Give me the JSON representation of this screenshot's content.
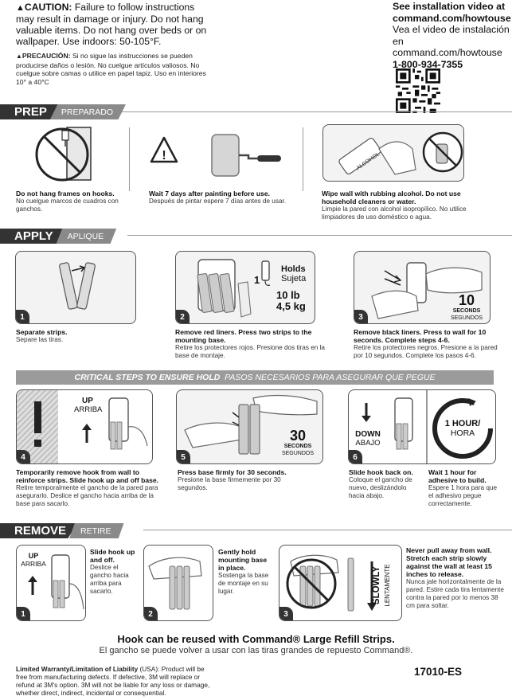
{
  "caution": {
    "en_label": "CAUTION:",
    "en_text": " Failure to follow instructions may result in damage or injury. Do not hang valuable items. Do not hang over beds or on wallpaper. Use indoors: 50-105°F.",
    "es_label": "PRECAUCIÓN:",
    "es_text": " Si no sigue las instrucciones se pueden producirse daños o lesión. No cuelgue artículos valiosos. No cuelgue sobre camas o utilice en papel tapiz. Uso en interiores 10° a 40°C"
  },
  "contact": {
    "line1": "See installation video at",
    "line2": "command.com/howtouse",
    "line3": "Vea el video de instalación",
    "line4": "en command.com/howtouse",
    "phone": "1-800-934-7355"
  },
  "prep": {
    "title": "PREP",
    "subtitle": "PREPARADO",
    "items": [
      {
        "en": "Do not hang frames on hooks.",
        "es": "No cuelgue marcos de cuadros con ganchos."
      },
      {
        "en": "Wait 7 days after painting before use.",
        "es": "Después de pintar espere 7 días antes de usar."
      },
      {
        "en": "Wipe wall with rubbing alcohol. Do not use household cleaners or water.",
        "es": "Limpie la pared con alcohol isopropílico. No utilice limpiadores de uso doméstico o agua."
      }
    ],
    "bottle_label": "ALCOHOL"
  },
  "apply": {
    "title": "APPLY",
    "subtitle": "APLIQUE",
    "holds_en": "Holds",
    "holds_es": "Sujeta",
    "holds_count": "1",
    "lb": "10 lb",
    "kg": "4,5 kg",
    "seconds_num": "10",
    "seconds_en": "SECONDS",
    "seconds_es": "SEGUNDOS",
    "steps": [
      {
        "num": "1",
        "en": "Separate strips.",
        "es": "Separe las tiras."
      },
      {
        "num": "2",
        "en": "Remove red liners. Press two strips to the mounting base.",
        "es": "Retire los protectores rojos. Presione dos tiras en la base de montaje."
      },
      {
        "num": "3",
        "en": "Remove black liners. Press to wall for 10 seconds. Complete steps 4-6.",
        "es": "Retire los protectores negros. Presione a la pared por 10 segundos. Complete los pasos 4-6."
      }
    ]
  },
  "critical": {
    "en": "CRITICAL STEPS TO ENSURE HOLD",
    "es": "PASOS NECESARIOS PARA ASEGURAR QUE PEGUE",
    "up_en": "UP",
    "up_es": "ARRIBA",
    "seconds_num": "30",
    "seconds_en": "SECONDS",
    "seconds_es": "SEGUNDOS",
    "down_en": "DOWN",
    "down_es": "ABAJO",
    "hour_en": "1 HOUR/",
    "hour_es": "HORA",
    "steps": [
      {
        "num": "4",
        "en": "Temporarily remove hook from wall to reinforce strips. Slide hook up and off base.",
        "es": "Retire temporalmente el gancho de la pared para asegurarlo. Deslice el gancho hacia arriba de la base para sacarlo."
      },
      {
        "num": "5",
        "en": "Press base firmly for 30 seconds.",
        "es": "Presione la base firmemente por 30 segundos."
      },
      {
        "num": "6",
        "en": "Slide hook back on.",
        "es": "Coloque el gancho de nuevo, deslizándolo hacia abajo."
      },
      {
        "num": "",
        "en": "Wait 1 hour for adhesive to build.",
        "es": "Espere 1 hora para que el adhesivo pegue correctamente."
      }
    ]
  },
  "remove": {
    "title": "REMOVE",
    "subtitle": "RETIRE",
    "up_en": "UP",
    "up_es": "ARRIBA",
    "slowly_en": "SLOWLY",
    "slowly_es": "LENTAMENTE",
    "steps": [
      {
        "num": "1",
        "en": "Slide hook up and off.",
        "es": "Deslice el gancho hacia arriba para sacarlo."
      },
      {
        "num": "2",
        "en": "Gently hold mounting base in place.",
        "es": "Sostenga la base de montaje en su lugar."
      },
      {
        "num": "3",
        "en": "Never pull away from wall. Stretch each strip slowly against the wall at least 15 inches to release.",
        "es": "Nunca jale horizontalmente de la pared. Estire cada tira lentamente contra la pared por lo menos 38 cm para soltar."
      }
    ]
  },
  "reuse": {
    "en": "Hook can be reused with Command® Large Refill Strips.",
    "es": "El gancho se puede volver a usar con las tiras grandes de repuesto Command®."
  },
  "warranty": {
    "label": "Limited Warranty/Limitation of Liability",
    "text": " (USA): Product will be free from manufacturing defects. If defective, 3M will replace or refund at 3M's option. 3M will not be liable for any loss or damage, whether direct, indirect, incidental or consequential."
  },
  "code": "17010-ES"
}
